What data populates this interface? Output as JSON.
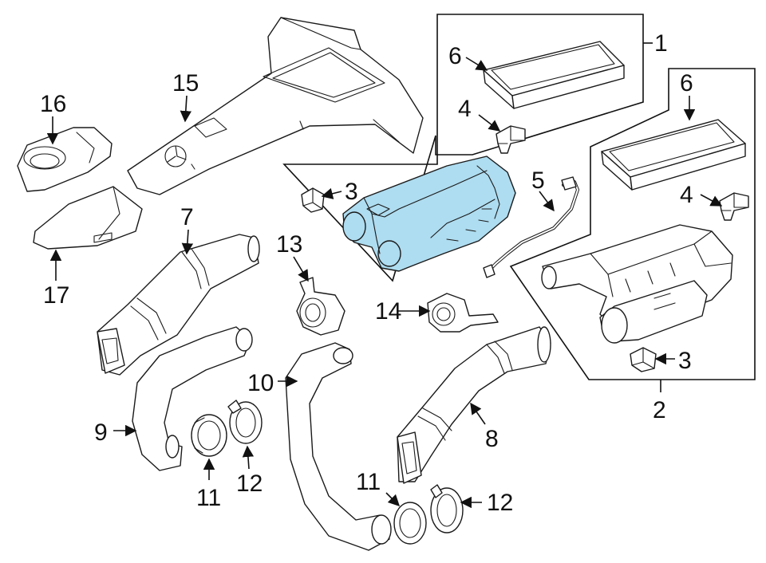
{
  "diagram": {
    "highlight_color": "#aedcf0",
    "callouts": {
      "c1": "1",
      "c2": "2",
      "c3a": "3",
      "c3b": "3",
      "c4a": "4",
      "c4b": "4",
      "c5": "5",
      "c6a": "6",
      "c6b": "6",
      "c7": "7",
      "c8": "8",
      "c9": "9",
      "c10": "10",
      "c11a": "11",
      "c11b": "11",
      "c12a": "12",
      "c12b": "12",
      "c13": "13",
      "c14": "14",
      "c15": "15",
      "c16": "16",
      "c17": "17"
    }
  }
}
